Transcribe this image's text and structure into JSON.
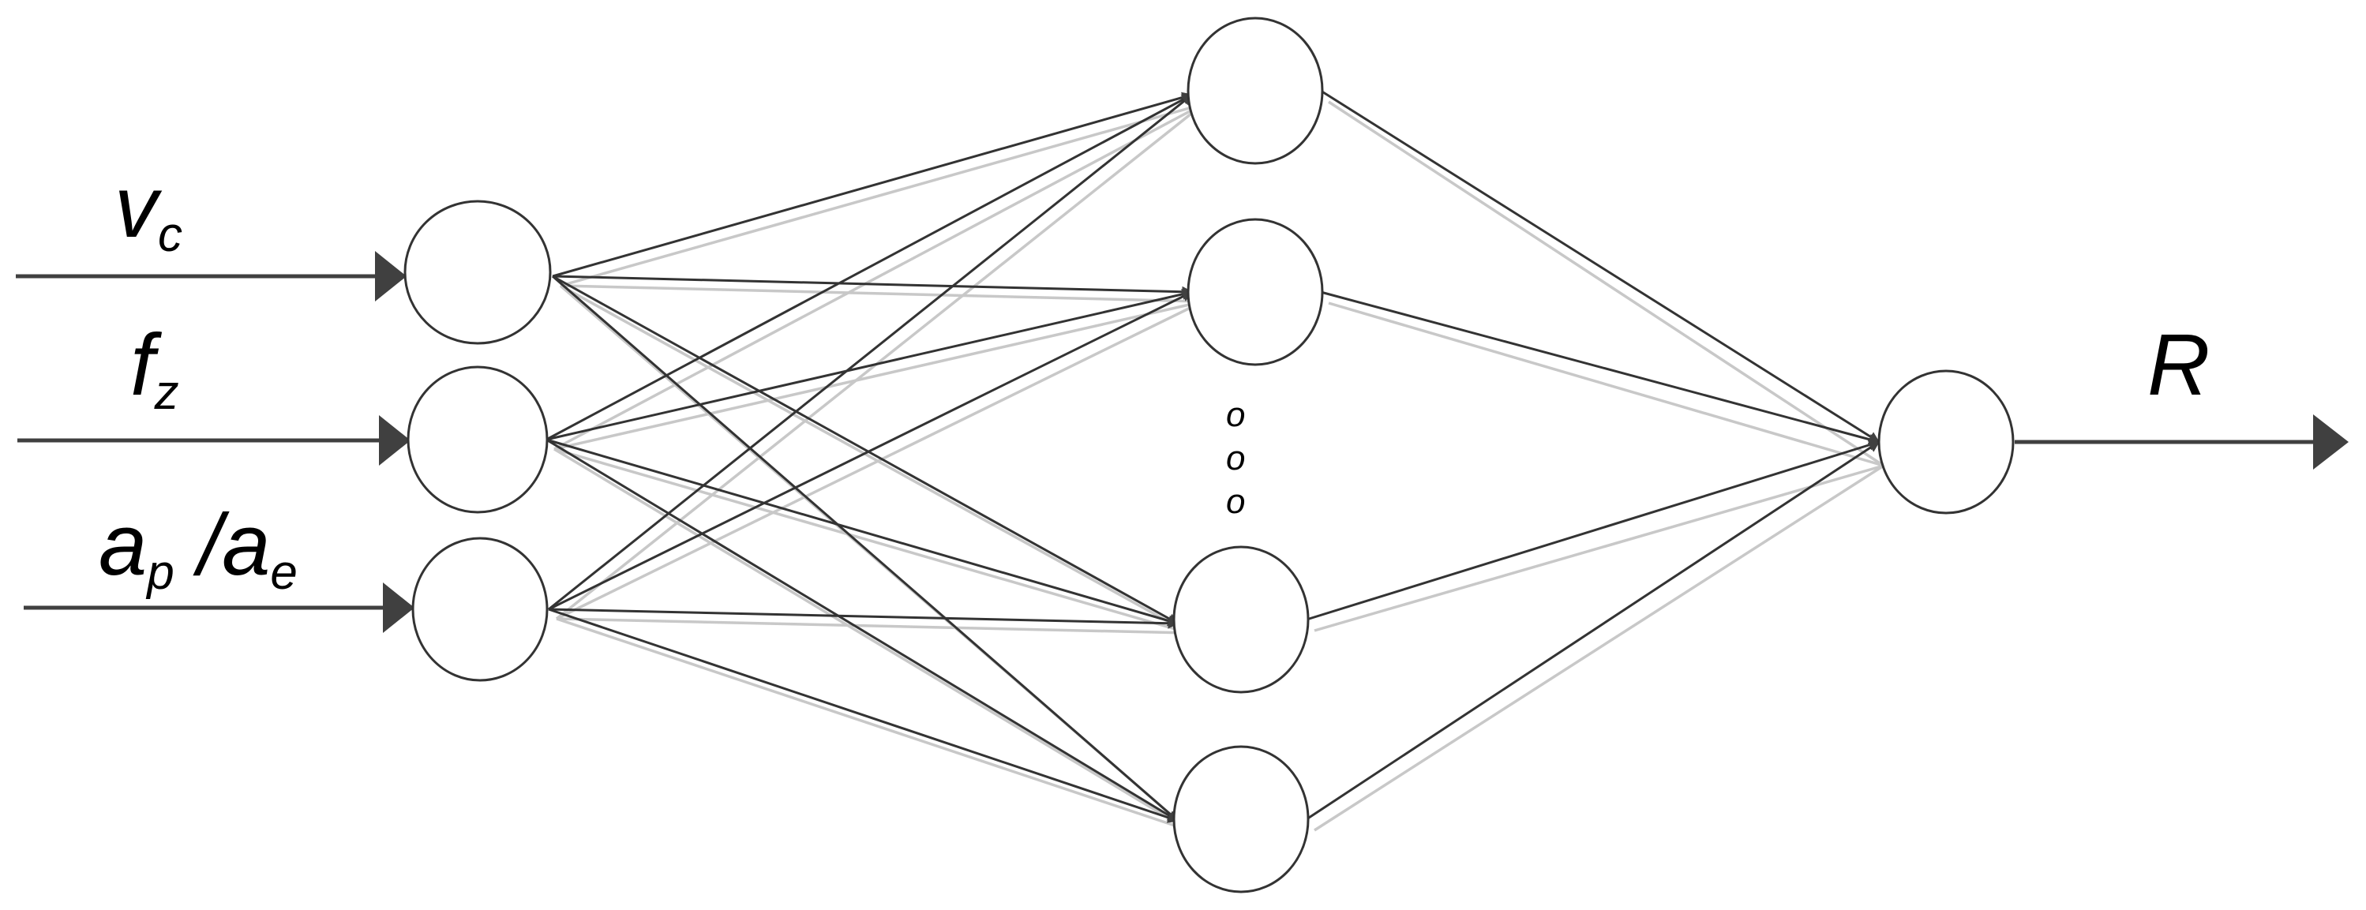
{
  "diagram": {
    "inputs": [
      {
        "symbol": "v",
        "subscript": "c"
      },
      {
        "symbol": "f",
        "subscript": "z"
      },
      {
        "symbol": "a",
        "subscript": "p",
        "separator": "/",
        "symbol2": "a",
        "subscript2": "e"
      }
    ],
    "output": {
      "symbol": "R"
    },
    "hidden_ellipsis": [
      "o",
      "o",
      "o"
    ],
    "colors": {
      "line": "#333333",
      "arrow": "#404040",
      "ghost": "#c8c8c8",
      "node_fill": "#ffffff"
    }
  }
}
